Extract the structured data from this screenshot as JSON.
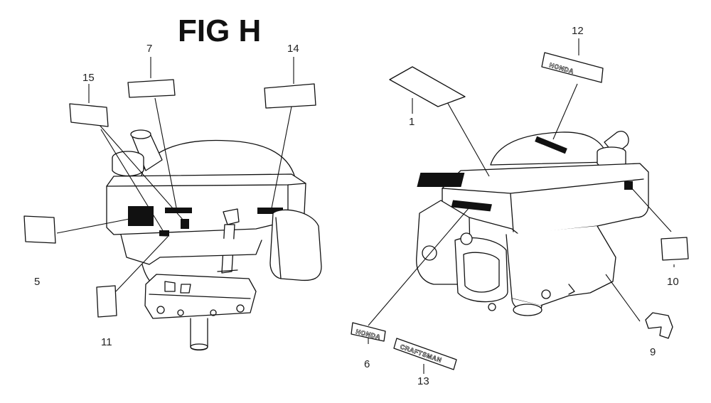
{
  "figure": {
    "title": "FIG H"
  },
  "callouts": [
    {
      "id": "c1",
      "number": "1"
    },
    {
      "id": "c5",
      "number": "5"
    },
    {
      "id": "c6",
      "number": "6"
    },
    {
      "id": "c7",
      "number": "7"
    },
    {
      "id": "c9",
      "number": "9"
    },
    {
      "id": "c10",
      "number": "10"
    },
    {
      "id": "c11",
      "number": "11"
    },
    {
      "id": "c12",
      "number": "12"
    },
    {
      "id": "c13",
      "number": "13"
    },
    {
      "id": "c14",
      "number": "14"
    },
    {
      "id": "c15",
      "number": "15"
    }
  ],
  "decals": {
    "honda_small": "HONDA",
    "craftsman": "CRAFTSMAN",
    "honda_top": "HONDA"
  }
}
